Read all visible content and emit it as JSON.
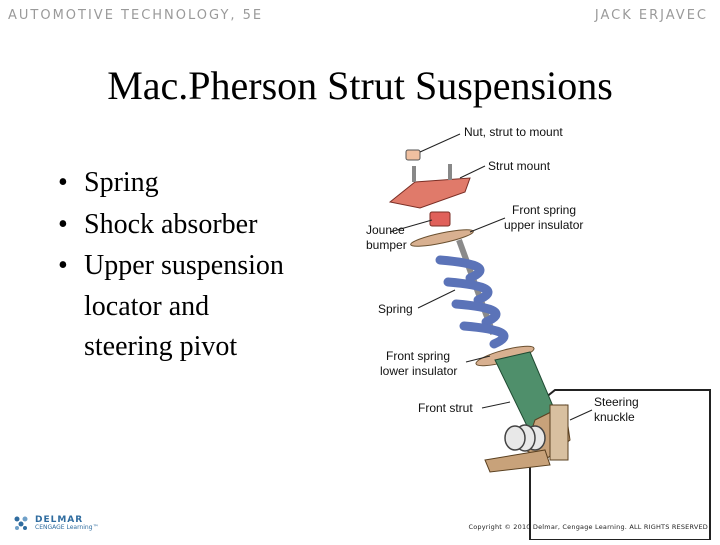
{
  "header": {
    "left": "AUTOMOTIVE TECHNOLOGY, 5E",
    "right": "JACK ERJAVEC"
  },
  "title": "Mac.Pherson Strut Suspensions",
  "bullets": [
    {
      "marker": "•",
      "text": "Spring"
    },
    {
      "marker": "•",
      "text": "Shock absorber"
    },
    {
      "marker": "•",
      "lines": [
        "Upper suspension",
        "locator and",
        "steering pivot"
      ]
    }
  ],
  "figure": {
    "labels": {
      "nut": "Nut, strut to mount",
      "strut_mount": "Strut mount",
      "upper_insulator_1": "Front spring",
      "upper_insulator_2": "upper insulator",
      "jounce_1": "Jounce",
      "jounce_2": "bumper",
      "spring": "Spring",
      "lower_insulator_1": "Front spring",
      "lower_insulator_2": "lower insulator",
      "front_strut": "Front strut",
      "knuckle_1": "Steering",
      "knuckle_2": "knuckle"
    },
    "colors": {
      "spring": "#5b73b8",
      "mount": "#e07a6a",
      "strut": "#4f8f6b",
      "knuckle": "#c8a27a",
      "insulator": "#d8b090"
    }
  },
  "footer": {
    "logo_main": "DELMAR",
    "logo_sub": "CENGAGE Learning™",
    "copyright": "Copyright © 2010 Delmar, Cengage Learning. ALL RIGHTS RESERVED"
  }
}
